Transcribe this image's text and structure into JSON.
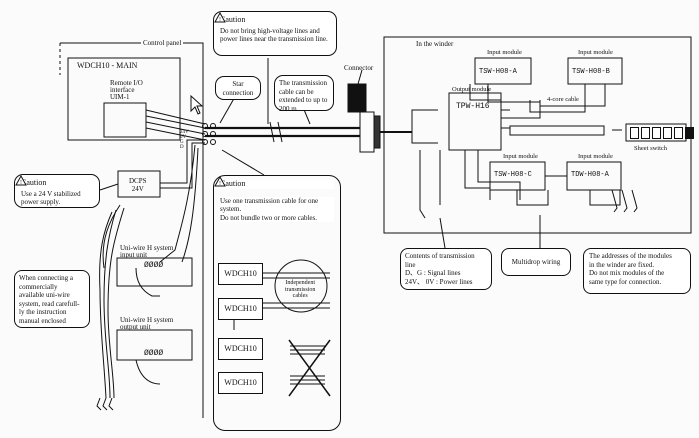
{
  "control_panel": {
    "title": "Control panel",
    "main_unit": "WDCH10 - MAIN",
    "remote_io": [
      "Remote I/O",
      "interface",
      "UIM-1"
    ],
    "dcps": [
      "DCPS",
      "24V"
    ],
    "terminal_labels": [
      "24V",
      "0V",
      "G",
      "D"
    ]
  },
  "winder": {
    "title": "In the winder",
    "connector_label": "Connector",
    "output_module_label": "Output module",
    "output_module_name": "TPW-H16",
    "input_module_label": "Input module",
    "input_modules": [
      "TSW-H08-A",
      "TSW-H08-B",
      "TSW-H08-C",
      "TDW-H08-A"
    ],
    "four_core_cable": "4-core cable",
    "sheet_switch": "Sheet switch"
  },
  "callouts": {
    "caution_word": "Caution",
    "caution_top": [
      "Do not bring high-voltage lines and",
      "power lines near the transmission line."
    ],
    "star_connection": [
      "Star",
      "connection"
    ],
    "transmission_length": [
      "The transmission",
      "cable can be",
      "extended to up to",
      "200 m."
    ],
    "caution_dcps": [
      "Use a 24 V stabilized",
      "power supply."
    ],
    "caution_cable": [
      "Use one transmission cable for one",
      "system.",
      "Do not bundle two or more cables."
    ],
    "independent_cables": [
      "Independent",
      "transmission",
      "cables"
    ],
    "uni_wire_note": [
      "When connecting a",
      "commercially",
      "available uni-wire",
      "system, read carefull-",
      "ly the instruction",
      "manual enclosed"
    ],
    "contents": [
      "Contents of transmission",
      "line",
      "D、G   :  Signal lines",
      "24V、 0V : Power lines"
    ],
    "multidrop": "Multidrop wiring",
    "address_note": [
      "The addresses of the modules",
      "in the winder are fixed.",
      "Do not mix modules of the",
      "same type for connection."
    ]
  },
  "uniwire": {
    "input_unit": [
      "Uni-wire H system",
      "input unit"
    ],
    "output_unit": [
      "Uni-wire H system",
      "output unit"
    ],
    "terminals": "ØØØØ"
  },
  "wdch_boxes": [
    "WDCH10",
    "WDCH10",
    "WDCH10",
    "WDCH10"
  ],
  "icons": [
    "warning-triangle-icon",
    "mouse-pointer-icon"
  ]
}
